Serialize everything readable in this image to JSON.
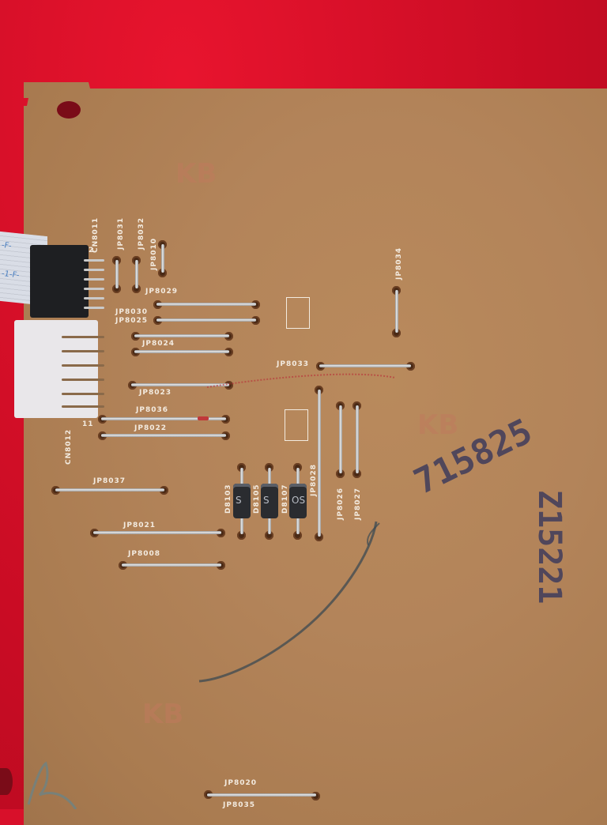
{
  "scene": {
    "description": "Photo of a tan PCB on a red background with silkscreen jumper labels",
    "background_color": "#d8102a",
    "board_color": "#b3845a",
    "silkscreen_color": "#f3ebe0",
    "ink_color": "#3f3c5c"
  },
  "connectors": {
    "cn8011": "CN8011",
    "cn8011_pin": "2",
    "cn8012": "CN8012",
    "cn8012_pin": "11",
    "ribbon_text_1": "-F-",
    "ribbon_text_2": "-1-F-"
  },
  "jumpers": {
    "jp8031": "JP8031",
    "jp8032": "JP8032",
    "jp8010": "JP8010",
    "jp8029": "JP8029",
    "jp8030": "JP8030",
    "jp8025": "JP8025",
    "jp8024": "JP8024",
    "jp8023": "JP8023",
    "jp8036": "JP8036",
    "jp8022": "JP8022",
    "jp8037": "JP8037",
    "jp8021": "JP8021",
    "jp8008": "JP8008",
    "jp8034": "JP8034",
    "jp8033": "JP8033",
    "jp8028": "JP8028",
    "jp8026": "JP8026",
    "jp8027": "JP8027",
    "jp8020": "JP8020",
    "jp8035": "JP8035"
  },
  "diodes": {
    "d8103": "D8103",
    "d8105": "D8105",
    "d8107": "D8107",
    "d8103_mark": "S",
    "d8105_mark": "S",
    "d8107_mark": "OS"
  },
  "handwritten": {
    "number_diagonal": "715825",
    "number_vertical": "Z15221"
  },
  "faint_stamps": {
    "top": "KB",
    "middle": "KB",
    "bottom": "KB"
  }
}
